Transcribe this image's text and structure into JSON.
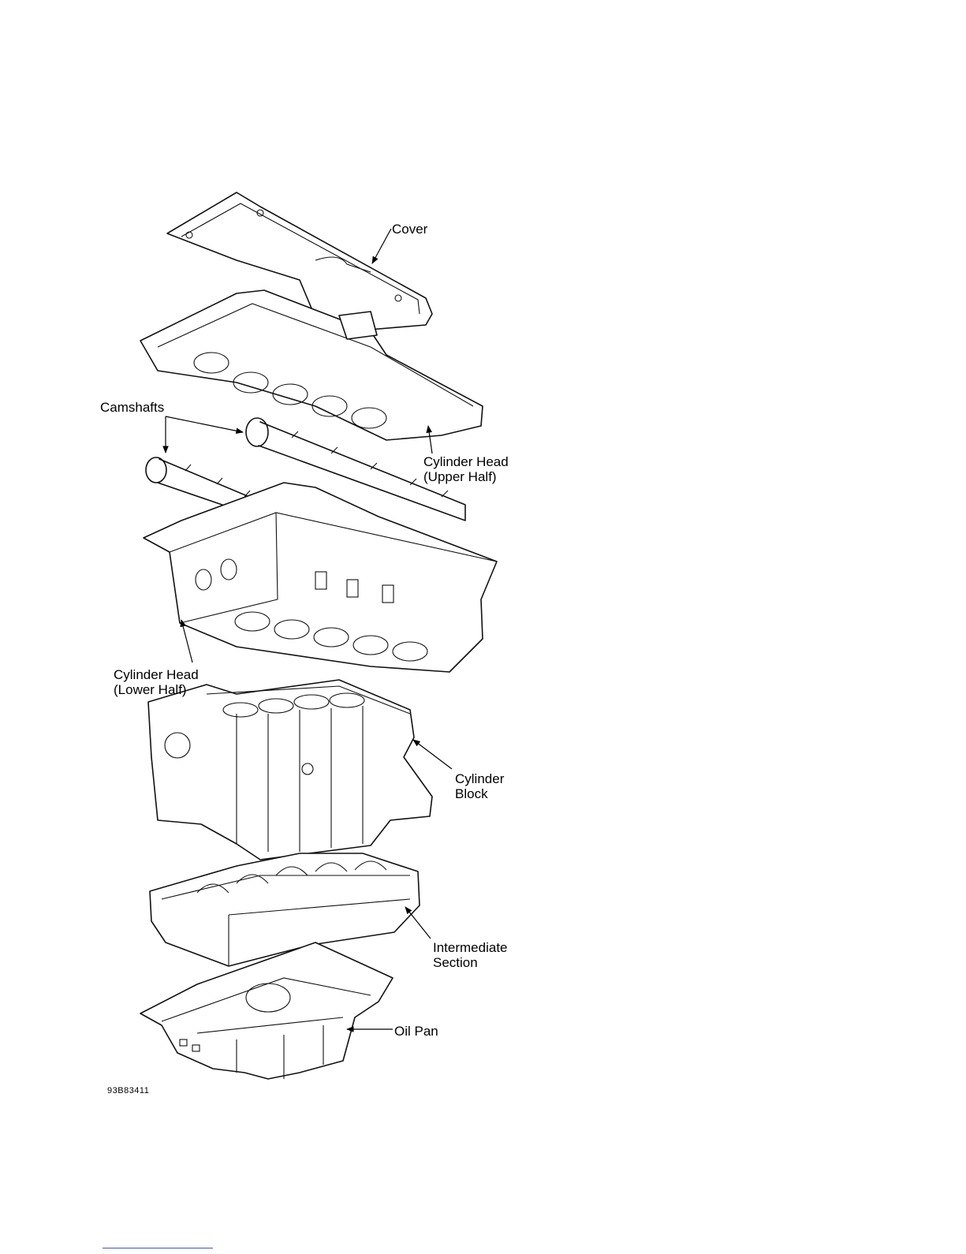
{
  "diagram": {
    "labels": {
      "cover": "Cover",
      "camshafts": "Camshafts",
      "head_upper_l1": "Cylinder Head",
      "head_upper_l2": "(Upper Half)",
      "head_lower_l1": "Cylinder Head",
      "head_lower_l2": "(Lower Half)",
      "block_l1": "Cylinder",
      "block_l2": "Block",
      "intermediate_l1": "Intermediate",
      "intermediate_l2": "Section",
      "oil_pan": "Oil Pan"
    },
    "figure_number": "93B83411"
  }
}
